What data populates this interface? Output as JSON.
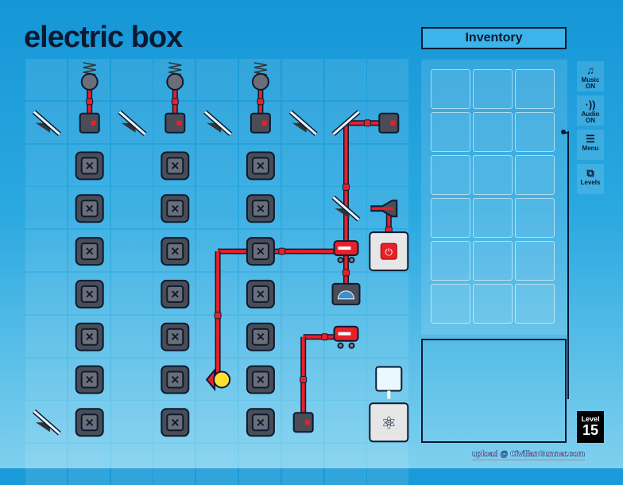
{
  "title": "electric box",
  "inventory": {
    "title": "Inventory",
    "slots": 18
  },
  "side_buttons": [
    {
      "id": "music",
      "icon": "music-note-icon",
      "glyph": "♫",
      "l1": "Music",
      "l2": "ON"
    },
    {
      "id": "audio",
      "icon": "speaker-icon",
      "glyph": "·))",
      "l1": "Audio",
      "l2": "ON"
    },
    {
      "id": "menu",
      "icon": "menu-icon",
      "glyph": "☰",
      "l1": "Menu",
      "l2": ""
    },
    {
      "id": "levels",
      "icon": "levels-icon",
      "glyph": "⧉",
      "l1": "Levels",
      "l2": ""
    }
  ],
  "level": {
    "label": "Level",
    "number": "15"
  },
  "credit": "upload @ CivilianGunner.com",
  "colors": {
    "wire": "#e8202a",
    "block": "#4a4d55",
    "outline": "#0b1a33"
  },
  "board": {
    "cols": 9,
    "rows": 10,
    "pieces": [
      {
        "type": "spring",
        "c": 1,
        "r": 0
      },
      {
        "type": "spring",
        "c": 3,
        "r": 0
      },
      {
        "type": "spring",
        "c": 5,
        "r": 0
      },
      {
        "type": "mirror-back",
        "c": 0,
        "r": 1
      },
      {
        "type": "laser",
        "c": 1,
        "r": 1
      },
      {
        "type": "mirror-back",
        "c": 2,
        "r": 1
      },
      {
        "type": "laser",
        "c": 3,
        "r": 1
      },
      {
        "type": "mirror-back",
        "c": 4,
        "r": 1
      },
      {
        "type": "laser",
        "c": 5,
        "r": 1
      },
      {
        "type": "mirror-back",
        "c": 6,
        "r": 1
      },
      {
        "type": "mirror-fwd",
        "c": 7,
        "r": 1
      },
      {
        "type": "laser",
        "c": 8,
        "r": 1
      },
      {
        "type": "block",
        "c": 1,
        "r": 2
      },
      {
        "type": "block",
        "c": 3,
        "r": 2
      },
      {
        "type": "block",
        "c": 5,
        "r": 2
      },
      {
        "type": "block",
        "c": 1,
        "r": 3
      },
      {
        "type": "block",
        "c": 3,
        "r": 3
      },
      {
        "type": "block",
        "c": 5,
        "r": 3
      },
      {
        "type": "mirror-back",
        "c": 7,
        "r": 3
      },
      {
        "type": "emitter",
        "c": 8,
        "r": 3
      },
      {
        "type": "block",
        "c": 1,
        "r": 4
      },
      {
        "type": "block",
        "c": 3,
        "r": 4
      },
      {
        "type": "block",
        "c": 5,
        "r": 4
      },
      {
        "type": "robot",
        "c": 7,
        "r": 4
      },
      {
        "type": "power",
        "c": 8,
        "r": 4
      },
      {
        "type": "block",
        "c": 1,
        "r": 5
      },
      {
        "type": "block",
        "c": 3,
        "r": 5
      },
      {
        "type": "block",
        "c": 5,
        "r": 5
      },
      {
        "type": "gauge",
        "c": 7,
        "r": 5
      },
      {
        "type": "block",
        "c": 1,
        "r": 6
      },
      {
        "type": "block",
        "c": 3,
        "r": 6
      },
      {
        "type": "block",
        "c": 5,
        "r": 6
      },
      {
        "type": "robot",
        "c": 7,
        "r": 6
      },
      {
        "type": "block",
        "c": 1,
        "r": 7
      },
      {
        "type": "block",
        "c": 3,
        "r": 7
      },
      {
        "type": "bulb",
        "c": 4,
        "r": 7
      },
      {
        "type": "block",
        "c": 5,
        "r": 7
      },
      {
        "type": "ice",
        "c": 8,
        "r": 7
      },
      {
        "type": "mirror-back",
        "c": 0,
        "r": 8
      },
      {
        "type": "block",
        "c": 1,
        "r": 8
      },
      {
        "type": "block",
        "c": 3,
        "r": 8
      },
      {
        "type": "block",
        "c": 5,
        "r": 8
      },
      {
        "type": "laser",
        "c": 6,
        "r": 8
      },
      {
        "type": "atom",
        "c": 8,
        "r": 8
      }
    ],
    "wires": [
      [
        [
          1,
          0
        ],
        [
          1,
          1
        ]
      ],
      [
        [
          3,
          0
        ],
        [
          3,
          1
        ]
      ],
      [
        [
          5,
          0
        ],
        [
          5,
          1
        ]
      ],
      [
        [
          8,
          1
        ],
        [
          7,
          1
        ]
      ],
      [
        [
          7,
          1
        ],
        [
          7,
          4
        ]
      ],
      [
        [
          7,
          4
        ],
        [
          7,
          5
        ]
      ],
      [
        [
          8,
          3
        ],
        [
          8,
          4
        ]
      ],
      [
        [
          7,
          4
        ],
        [
          4,
          4
        ]
      ],
      [
        [
          4,
          4
        ],
        [
          4,
          7
        ]
      ],
      [
        [
          7,
          6
        ],
        [
          6,
          6
        ]
      ],
      [
        [
          6,
          6
        ],
        [
          6,
          8
        ]
      ]
    ]
  }
}
